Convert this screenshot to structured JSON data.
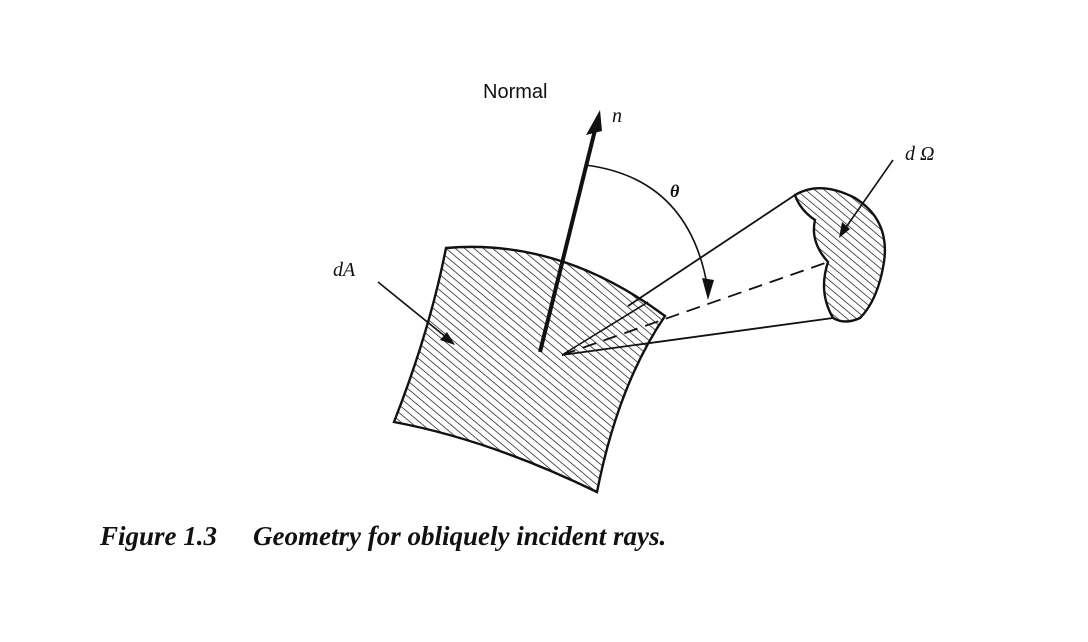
{
  "labels": {
    "normal": "Normal",
    "n": "n",
    "theta": "θ",
    "dA": "dA",
    "dOmega": "d Ω"
  },
  "caption": {
    "figure_number": "Figure 1.3",
    "text": "Geometry for obliquely incident rays."
  }
}
